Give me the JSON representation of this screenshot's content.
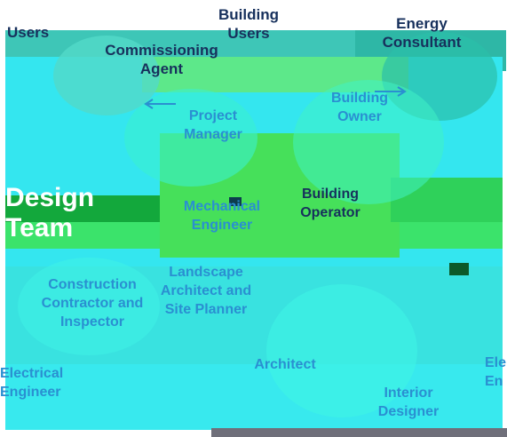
{
  "diagram": {
    "top_labels": {
      "users": "Users",
      "building_users": "Building\nUsers",
      "energy_consultant": "Energy\nConsultant",
      "commissioning_agent": "Commissioning\nAgent"
    },
    "inner_labels": {
      "project_manager": "Project\nManager",
      "building_owner": "Building\nOwner",
      "building_operator": "Building\nOperator",
      "mechanical_engineer": "Mechanical\nEngineer",
      "landscape_architect": "Landscape\nArchitect and\nSite Planner",
      "construction_contractor": "Construction\nContractor and\nInspector",
      "architect": "Architect",
      "interior_designer": "Interior\nDesigner",
      "electrical_engineer_left": "Electrical\nEngineer",
      "electrical_engineer_right": "Ele\nEn"
    },
    "group_title": "Design\nTeam",
    "colors": {
      "teal_band": "#3ec6b7",
      "cyan": "#33e8f0",
      "green": "#37e04c",
      "dark_green": "#0f8f2a",
      "navy_text": "#17305c",
      "blue_text": "#2a8fd1",
      "pink_text": "#f8c8e0",
      "gray_bar": "#6f6f7a"
    }
  }
}
